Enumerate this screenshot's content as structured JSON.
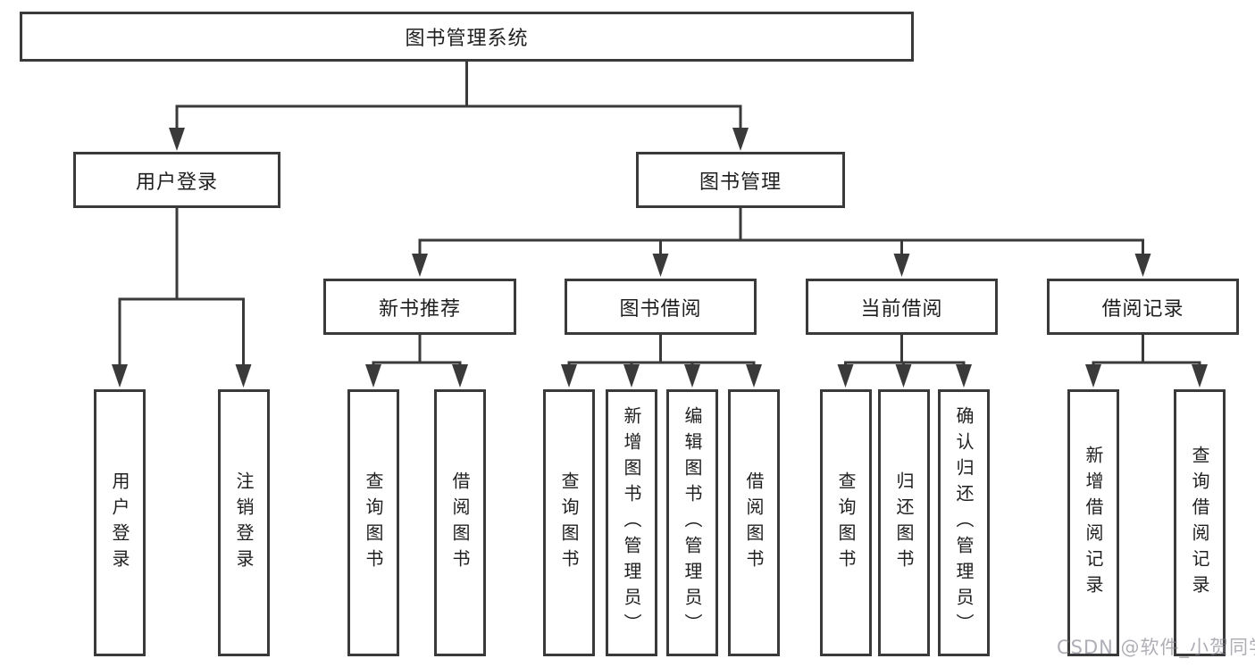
{
  "diagram": {
    "title_node": {
      "label": "图书管理系统"
    },
    "level2": [
      {
        "label": "用户登录"
      },
      {
        "label": "图书管理"
      }
    ],
    "level3": [
      {
        "label": "新书推荐"
      },
      {
        "label": "图书借阅"
      },
      {
        "label": "当前借阅"
      },
      {
        "label": "借阅记录"
      }
    ],
    "leaves": {
      "user_login": [
        {
          "label": "用户登录"
        },
        {
          "label": "注销登录"
        }
      ],
      "new_book_recommend": [
        {
          "label": "查询图书"
        },
        {
          "label": "借阅图书"
        }
      ],
      "book_borrow": [
        {
          "label": "查询图书"
        },
        {
          "label": "新增图书（管理员）"
        },
        {
          "label": "编辑图书（管理员）"
        },
        {
          "label": "借阅图书"
        }
      ],
      "current_borrow": [
        {
          "label": "查询图书"
        },
        {
          "label": "归还图书"
        },
        {
          "label": "确认归还（管理员）"
        }
      ],
      "borrow_records": [
        {
          "label": "新增借阅记录"
        },
        {
          "label": "查询借阅记录"
        }
      ]
    },
    "colors": {
      "line": "#3a3a3a",
      "box_border": "#3a3a3a",
      "text": "#1f1f1f",
      "background": "#ffffff",
      "watermark": "#7d7d8a"
    }
  },
  "watermark": {
    "text": "CSDN @软件_小贺同学"
  }
}
